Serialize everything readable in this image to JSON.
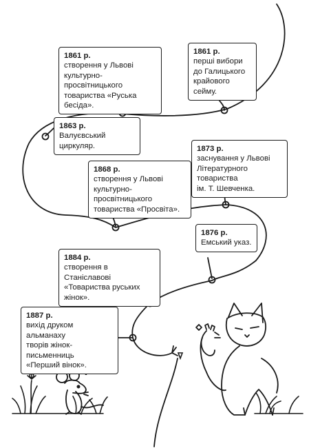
{
  "events": [
    {
      "year": "1861 р.",
      "text": "створення у Львові\nкультурно-просвітницького\nтовариства «Руська бесіда»."
    },
    {
      "year": "1861 р.",
      "text": "перші вибори\nдо Галицького\nкрайового сейму."
    },
    {
      "year": "1863 р.",
      "text": "Валуєвський циркуляр."
    },
    {
      "year": "1868 р.",
      "text": "створення у Львові\nкультурно-просвітницького\nтовариства «Просвіта»."
    },
    {
      "year": "1873 р.",
      "text": "заснування у Львові\nЛітературного товариства\nім. Т. Шевченка."
    },
    {
      "year": "1876 р.",
      "text": "Емський указ."
    },
    {
      "year": "1884 р.",
      "text": "створення в Станіславові\n«Товариства руських жінок»."
    },
    {
      "year": "1887 р.",
      "text": "вихід друком альманаху\nтворів жінок-письменниць\n«Перший вінок»."
    }
  ],
  "illustration": {
    "characters": [
      "mouse",
      "cat"
    ],
    "mouse_mark": "!"
  }
}
